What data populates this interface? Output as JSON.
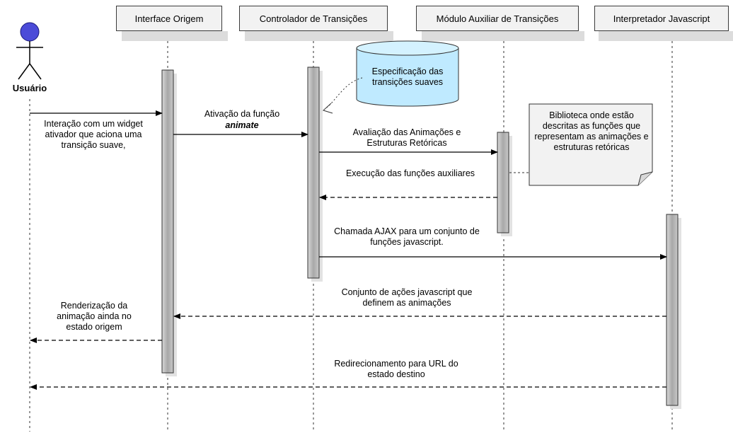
{
  "actor": {
    "label": "Usuário"
  },
  "lifelines": [
    {
      "id": "origem",
      "label": "Interface Origem"
    },
    {
      "id": "controlador",
      "label": "Controlador de Transições"
    },
    {
      "id": "modulo",
      "label": "Módulo Auxiliar de Transições"
    },
    {
      "id": "interpretador",
      "label": "Interpretador Javascript"
    }
  ],
  "messages": {
    "m1": "Interação com um widget ativador que aciona uma transição suave,",
    "m2a": "Ativação da função",
    "m2b": "animate",
    "m3": "Avaliação das Animações e Estruturas Retóricas",
    "m4": "Execução das funções auxiliares",
    "m5": "Chamada AJAX para um conjunto de funções javascript.",
    "m6": "Conjunto de ações javascript que definem as animações",
    "m7": "Renderização da animação ainda no estado origem",
    "m8": "Redirecionamento para URL do estado destino"
  },
  "datastore": {
    "label": "Especificação das transições suaves"
  },
  "note": {
    "label": "Biblioteca onde estão descritas as funções que representam as animações e estruturas retóricas"
  },
  "colors": {
    "actor_fill": "#4b4bd8",
    "header_fill": "#f2f2f2",
    "activation_fill": "#b8b8b8",
    "datastore_fill": "#bfeaff",
    "note_fill": "#f2f2f2"
  }
}
